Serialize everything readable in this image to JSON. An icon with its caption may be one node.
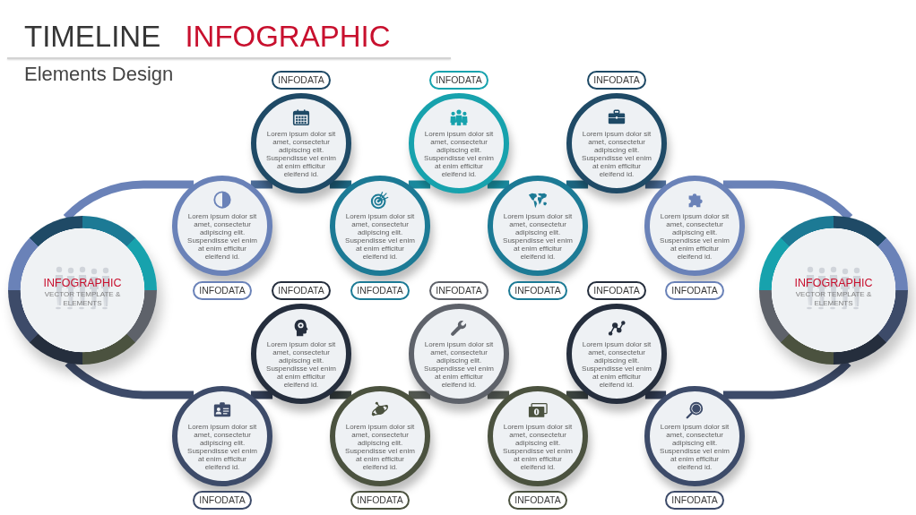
{
  "diagram": {
    "title": "TIMELINE INFOGRAPHIC",
    "nodes": [
      {
        "text": [
          "INFOGRAPHIC",
          "VECTOR TEMPLATE & ELEMENTS"
        ]
      },
      {
        "text": [
          "INFODATA"
        ]
      },
      {
        "text": [
          "INFODATA"
        ]
      },
      {
        "text": [
          "INFODATA"
        ]
      },
      {
        "text": [
          "Lorem ipsum dolor sit amet, consectetur adipiscing elit. Suspendisse vel enim at enim efficitur eleifend id."
        ]
      },
      {
        "text": [
          "Lorem ipsum dolor sit amet, consectetur adipiscing elit. Suspendisse vel enim at enim efficitur eleifend id."
        ]
      },
      {
        "text": [
          "Lorem ipsum dolor sit amet, consectetur adipiscing elit. Suspendisse vel enim at enim efficitur eleifend id."
        ]
      },
      {
        "text": [
          "Lorem ipsum dolor sit amet, consectetur adipiscing elit. Suspendisse vel enim at enim efficitur eleifend id."
        ]
      },
      {
        "text": [
          "Lorem ipsum dolor sit amet, consectetur adipiscing elit. Suspendisse vel enim at enim efficitur eleifend id."
        ]
      },
      {
        "text": [
          "Lorem ipsum dolor sit amet, consectetur adipiscing elit. Suspendisse vel enim at enim efficitur eleifend id."
        ]
      },
      {
        "text": [
          "Lorem ipsum dolor sit amet, consectetur adipiscing elit. Suspendisse vel enim at enim efficitur eleifend id."
        ]
      },
      {
        "text": [
          "INFODATA"
        ]
      },
      {
        "text": [
          "INFODATA"
        ]
      },
      {
        "text": [
          "INFODATA"
        ]
      },
      {
        "text": [
          "INFODATA"
        ]
      },
      {
        "text": [
          "INFODATA"
        ]
      },
      {
        "text": [
          "INFODATA"
        ]
      },
      {
        "text": [
          "INFODATA"
        ]
      },
      {
        "text": [
          "Lorem ipsum dolor sit amet, consectetur adipiscing elit. Suspendisse vel enim at enim efficitur eleifend id."
        ]
      },
      {
        "text": [
          "Lorem ipsum dolor sit amet, consectetur adipiscing elit. Suspendisse vel enim at enim efficitur eleifend id."
        ]
      },
      {
        "text": [
          "Lorem ipsum dolor sit amet, consectetur adipiscing elit. Suspendisse vel enim at enim efficitur eleifend id."
        ]
      },
      {
        "text": [
          "Lorem ipsum dolor sit amet, consectetur adipiscing elit. Suspendisse vel enim at enim efficitur eleifend id."
        ]
      },
      {
        "text": [
          "Lorem ipsum dolor sit amet, consectetur adipiscing elit. Suspendisse vel enim at enim efficitur eleifend id."
        ]
      },
      {
        "text": [
          "Lorem ipsum dolor sit amet, consectetur adipiscing elit. Suspendisse vel enim at enim efficitur eleifend id."
        ]
      },
      {
        "text": [
          "Lorem ipsum dolor sit amet, consectetur adipiscing elit. Suspendisse vel enim at enim efficitur eleifend id."
        ]
      },
      {
        "text": [
          "INFODATA"
        ]
      },
      {
        "text": [
          "INFODATA"
        ]
      },
      {
        "text": [
          "INFODATA"
        ]
      },
      {
        "text": [
          "INFODATA"
        ]
      },
      {
        "text": [
          "INFOGRAPHIC",
          "VECTOR TEMPLATE & ELEMENTS"
        ]
      }
    ],
    "edges": [
      {
        "from": 0,
        "to": 7,
        "arrow": "none"
      },
      {
        "from": 7,
        "to": 4,
        "arrow": "none"
      },
      {
        "from": 4,
        "to": 8,
        "arrow": "none"
      },
      {
        "from": 8,
        "to": 5,
        "arrow": "none"
      },
      {
        "from": 5,
        "to": 9,
        "arrow": "none"
      },
      {
        "from": 9,
        "to": 6,
        "arrow": "none"
      },
      {
        "from": 6,
        "to": 10,
        "arrow": "none"
      },
      {
        "from": 10,
        "to": 29,
        "arrow": "none"
      },
      {
        "from": 0,
        "to": 21,
        "arrow": "none"
      },
      {
        "from": 21,
        "to": 18,
        "arrow": "none"
      },
      {
        "from": 18,
        "to": 22,
        "arrow": "none"
      },
      {
        "from": 22,
        "to": 19,
        "arrow": "none"
      },
      {
        "from": 19,
        "to": 23,
        "arrow": "none"
      },
      {
        "from": 23,
        "to": 20,
        "arrow": "none"
      },
      {
        "from": 20,
        "to": 24,
        "arrow": "none"
      },
      {
        "from": 24,
        "to": 29,
        "arrow": "none"
      }
    ],
    "labels": [
      "Elements Design"
    ]
  }
}
